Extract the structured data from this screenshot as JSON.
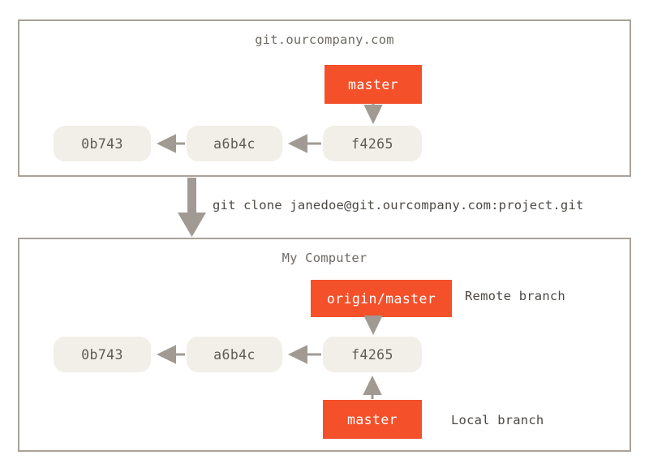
{
  "figure": {
    "title": "Git clone: server repository and local clone",
    "colors": {
      "branch_box": "#f4502a",
      "commit_node": "#f1efe7",
      "panel_border": "#a9a29a",
      "arrow": "#a09a92",
      "title_text": "#6e6a64",
      "annotation_text": "#4c4844",
      "branch_text": "#ffffff",
      "commit_text": "#5f5b55",
      "background": "#ffffff"
    }
  },
  "server_panel": {
    "title": "git.ourcompany.com",
    "commits": [
      {
        "id": "0b743"
      },
      {
        "id": "a6b4c"
      },
      {
        "id": "f4265"
      }
    ],
    "branches": [
      {
        "label": "master",
        "points_to": "f4265"
      }
    ]
  },
  "transition": {
    "command": "git clone janedoe@git.ourcompany.com:project.git"
  },
  "local_panel": {
    "title": "My Computer",
    "commits": [
      {
        "id": "0b743"
      },
      {
        "id": "a6b4c"
      },
      {
        "id": "f4265"
      }
    ],
    "branches": [
      {
        "label": "origin/master",
        "points_to": "f4265",
        "annotation": "Remote branch"
      },
      {
        "label": "master",
        "points_to": "f4265",
        "annotation": "Local branch"
      }
    ],
    "annotations": {
      "remote": "Remote branch",
      "local": "Local branch"
    }
  }
}
